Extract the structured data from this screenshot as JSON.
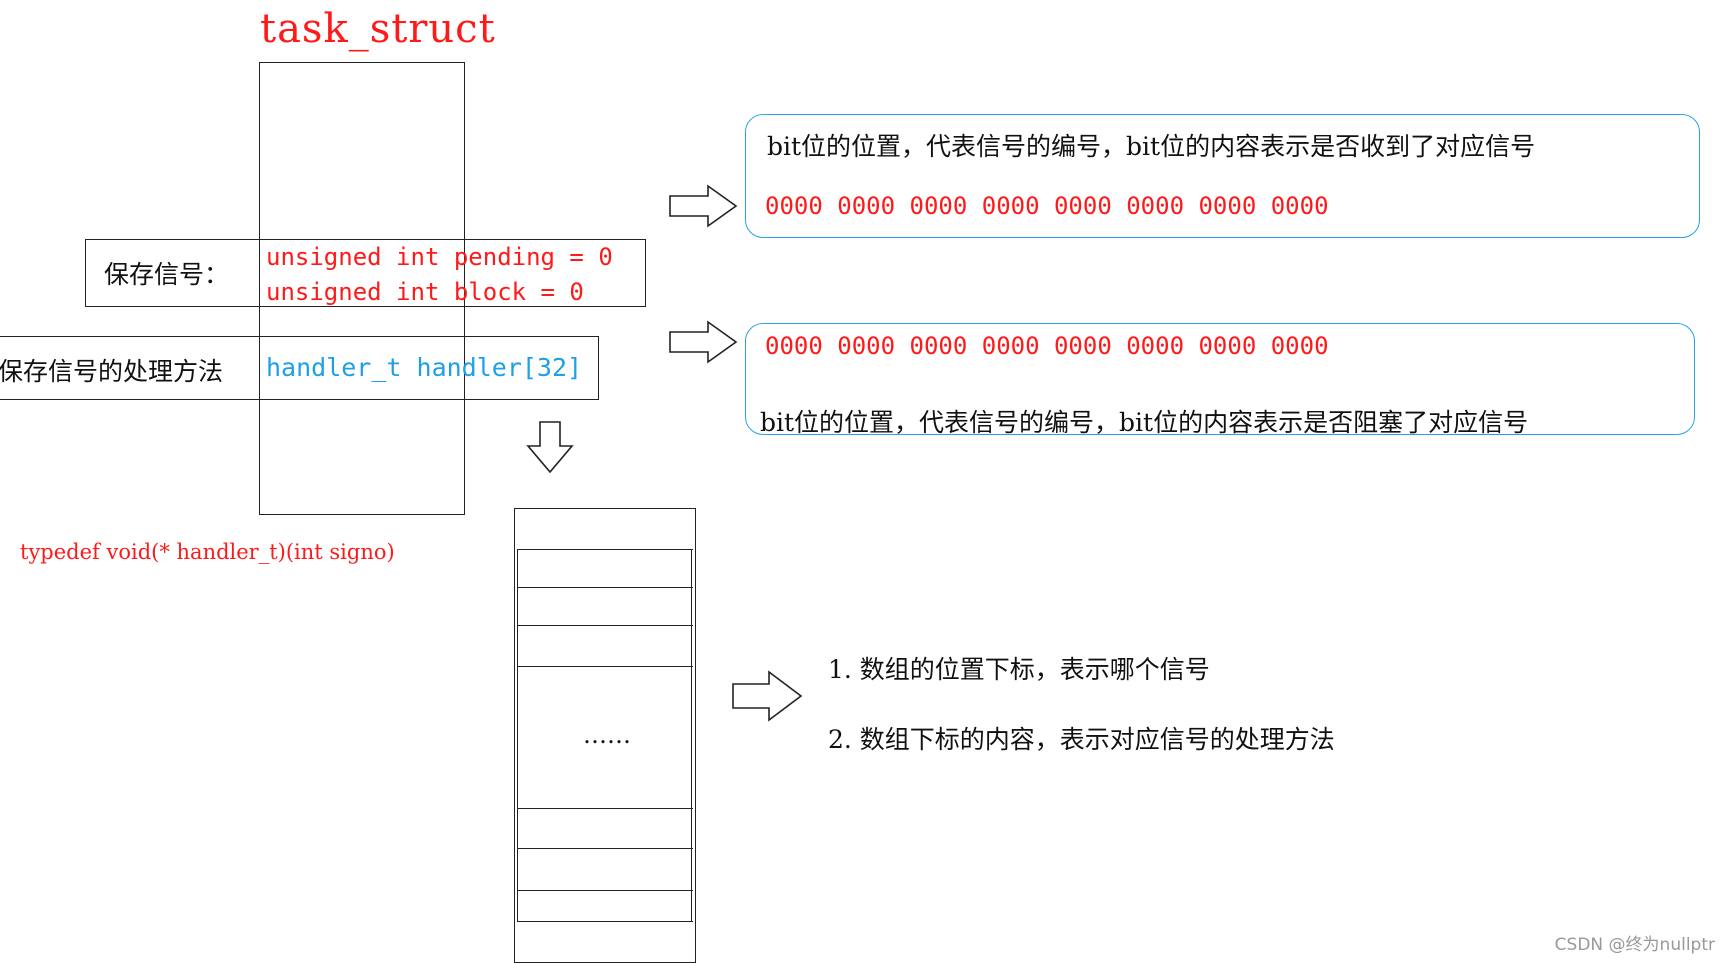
{
  "title": "task_struct",
  "pending_row": {
    "label": "保存信号：",
    "line1": "unsigned int pending = 0",
    "line2": "unsigned int block = 0"
  },
  "handler_row": {
    "label": "保存信号的处理方法",
    "code": "handler_t handler[32]"
  },
  "typedef_text": "typedef void(* handler_t)(int signo)",
  "pending_box": {
    "description": "bit位的位置，代表信号的编号，bit位的内容表示是否收到了对应信号",
    "bits": "0000 0000 0000 0000 0000 0000 0000 0000"
  },
  "block_box": {
    "bits": "0000 0000 0000 0000 0000 0000 0000 0000",
    "description": "bit位的位置，代表信号的编号，bit位的内容表示是否阻塞了对应信号"
  },
  "array": {
    "ellipsis": "……"
  },
  "array_notes": {
    "note1": "1. 数组的位置下标，表示哪个信号",
    "note2": "2. 数组下标的内容，表示对应信号的处理方法"
  },
  "watermark": "CSDN @终为nullptr",
  "colors": {
    "code_red": "#ff1a1a",
    "code_blue": "#1ea0e6",
    "box_border": "#29a3e6"
  }
}
